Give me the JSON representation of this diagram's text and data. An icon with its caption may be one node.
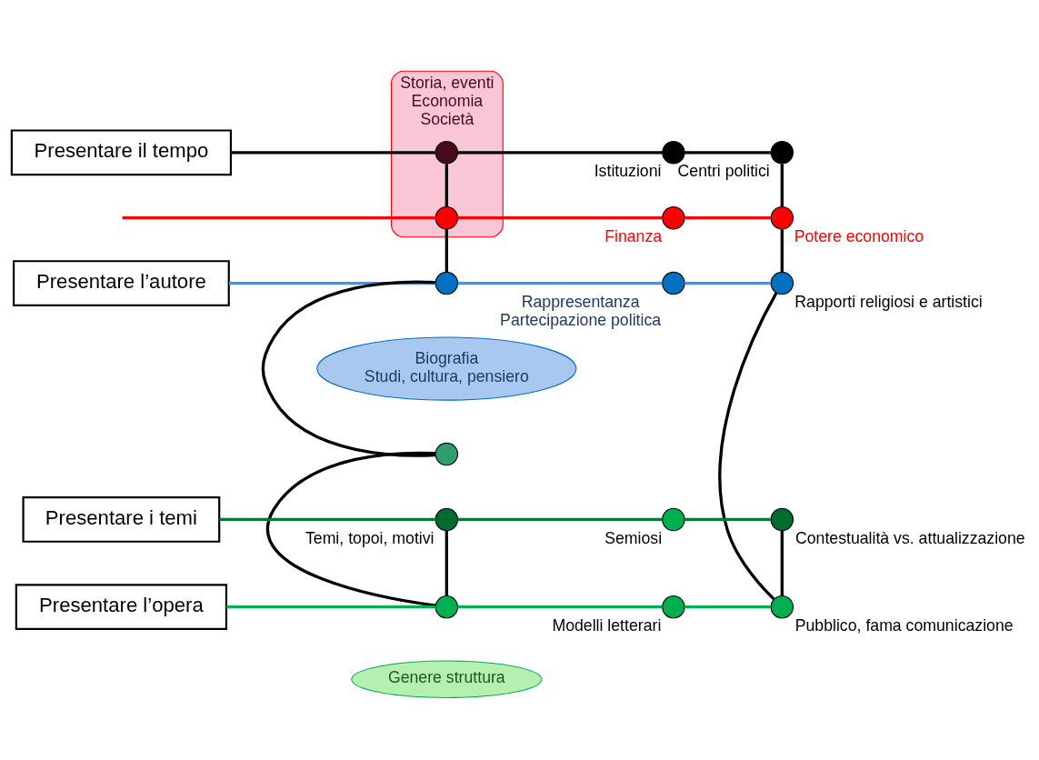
{
  "diagram": {
    "nodes": [
      {
        "text": [
          "Presentare il tempo"
        ]
      },
      {
        "text": [
          "Storia, eventi",
          "Economia",
          "Società"
        ]
      },
      {
        "text": [],
        "shape": "circle",
        "in": 1
      },
      {
        "text": [],
        "shape": "circle",
        "beside": [
          "Istituzioni"
        ]
      },
      {
        "text": [],
        "shape": "circle",
        "beside": [
          "Centri politici"
        ]
      },
      {
        "text": [],
        "shape": "circle",
        "in": 1
      },
      {
        "text": [],
        "shape": "circle",
        "beside": [
          "Finanza"
        ]
      },
      {
        "text": [],
        "shape": "circle",
        "beside": [
          "Potere economico"
        ]
      },
      {
        "text": [
          "Presentare l’autore"
        ]
      },
      {
        "text": [],
        "shape": "circle"
      },
      {
        "text": [],
        "shape": "circle",
        "beside": [
          "Rappresentanza",
          "Partecipazione politica"
        ]
      },
      {
        "text": [],
        "shape": "circle",
        "beside": [
          "Rapporti religiosi e artistici"
        ]
      },
      {
        "text": [
          "Biografia",
          "Studi, cultura, pensiero"
        ]
      },
      {
        "text": [],
        "shape": "circle"
      },
      {
        "text": [
          "Presentare l’opera"
        ]
      },
      {
        "text": [],
        "shape": "circle"
      },
      {
        "text": [],
        "shape": "circle",
        "beside": [
          "Modelli letterari"
        ]
      },
      {
        "text": [],
        "shape": "circle",
        "beside": [
          "Pubblico, fama comunicazione"
        ]
      },
      {
        "text": [
          "Genere struttura"
        ]
      },
      {
        "text": [
          "Presentare i temi"
        ]
      },
      {
        "text": [],
        "shape": "circle",
        "beside": [
          "Temi, topoi, motivi"
        ]
      },
      {
        "text": [],
        "shape": "circle",
        "beside": [
          "Semiosi"
        ]
      },
      {
        "text": [],
        "shape": "circle",
        "beside": [
          "Contestualità vs. attualizzazione"
        ]
      }
    ],
    "edges": [
      {
        "from": 0,
        "to": 2,
        "arrow": "none"
      },
      {
        "from": 2,
        "to": 3,
        "arrow": "none"
      },
      {
        "from": 3,
        "to": 4,
        "arrow": "none"
      },
      {
        "from": null,
        "to": 5,
        "arrow": "none",
        "color": "#ff0000"
      },
      {
        "from": 5,
        "to": 6,
        "arrow": "none",
        "color": "#ff0000"
      },
      {
        "from": 6,
        "to": 7,
        "arrow": "none",
        "color": "#ff0000"
      },
      {
        "from": 8,
        "to": 9,
        "arrow": "none",
        "color": "#558ed5"
      },
      {
        "from": 9,
        "to": 10,
        "arrow": "none",
        "color": "#558ed5"
      },
      {
        "from": 10,
        "to": 11,
        "arrow": "none",
        "color": "#558ed5"
      },
      {
        "from": 14,
        "to": 15,
        "arrow": "none",
        "color": "#00b050"
      },
      {
        "from": 15,
        "to": 16,
        "arrow": "none",
        "color": "#00b050"
      },
      {
        "from": 16,
        "to": 17,
        "arrow": "none",
        "color": "#00b050"
      },
      {
        "from": 19,
        "to": 20,
        "arrow": "none",
        "color": "#007a33"
      },
      {
        "from": 20,
        "to": 21,
        "arrow": "none",
        "color": "#007a33"
      },
      {
        "from": 21,
        "to": 22,
        "arrow": "none",
        "color": "#007a33"
      },
      {
        "from": 2,
        "to": 5,
        "arrow": "none"
      },
      {
        "from": 5,
        "to": 9,
        "arrow": "none"
      },
      {
        "from": 9,
        "to": 13,
        "arrow": "none"
      },
      {
        "from": 13,
        "to": 15,
        "arrow": "none"
      },
      {
        "from": 15,
        "to": 20,
        "arrow": "none"
      },
      {
        "from": 4,
        "to": 7,
        "arrow": "none"
      },
      {
        "from": 7,
        "to": 11,
        "arrow": "none"
      },
      {
        "from": 11,
        "to": 17,
        "arrow": "none"
      },
      {
        "from": 17,
        "to": 22,
        "arrow": "none"
      }
    ]
  }
}
